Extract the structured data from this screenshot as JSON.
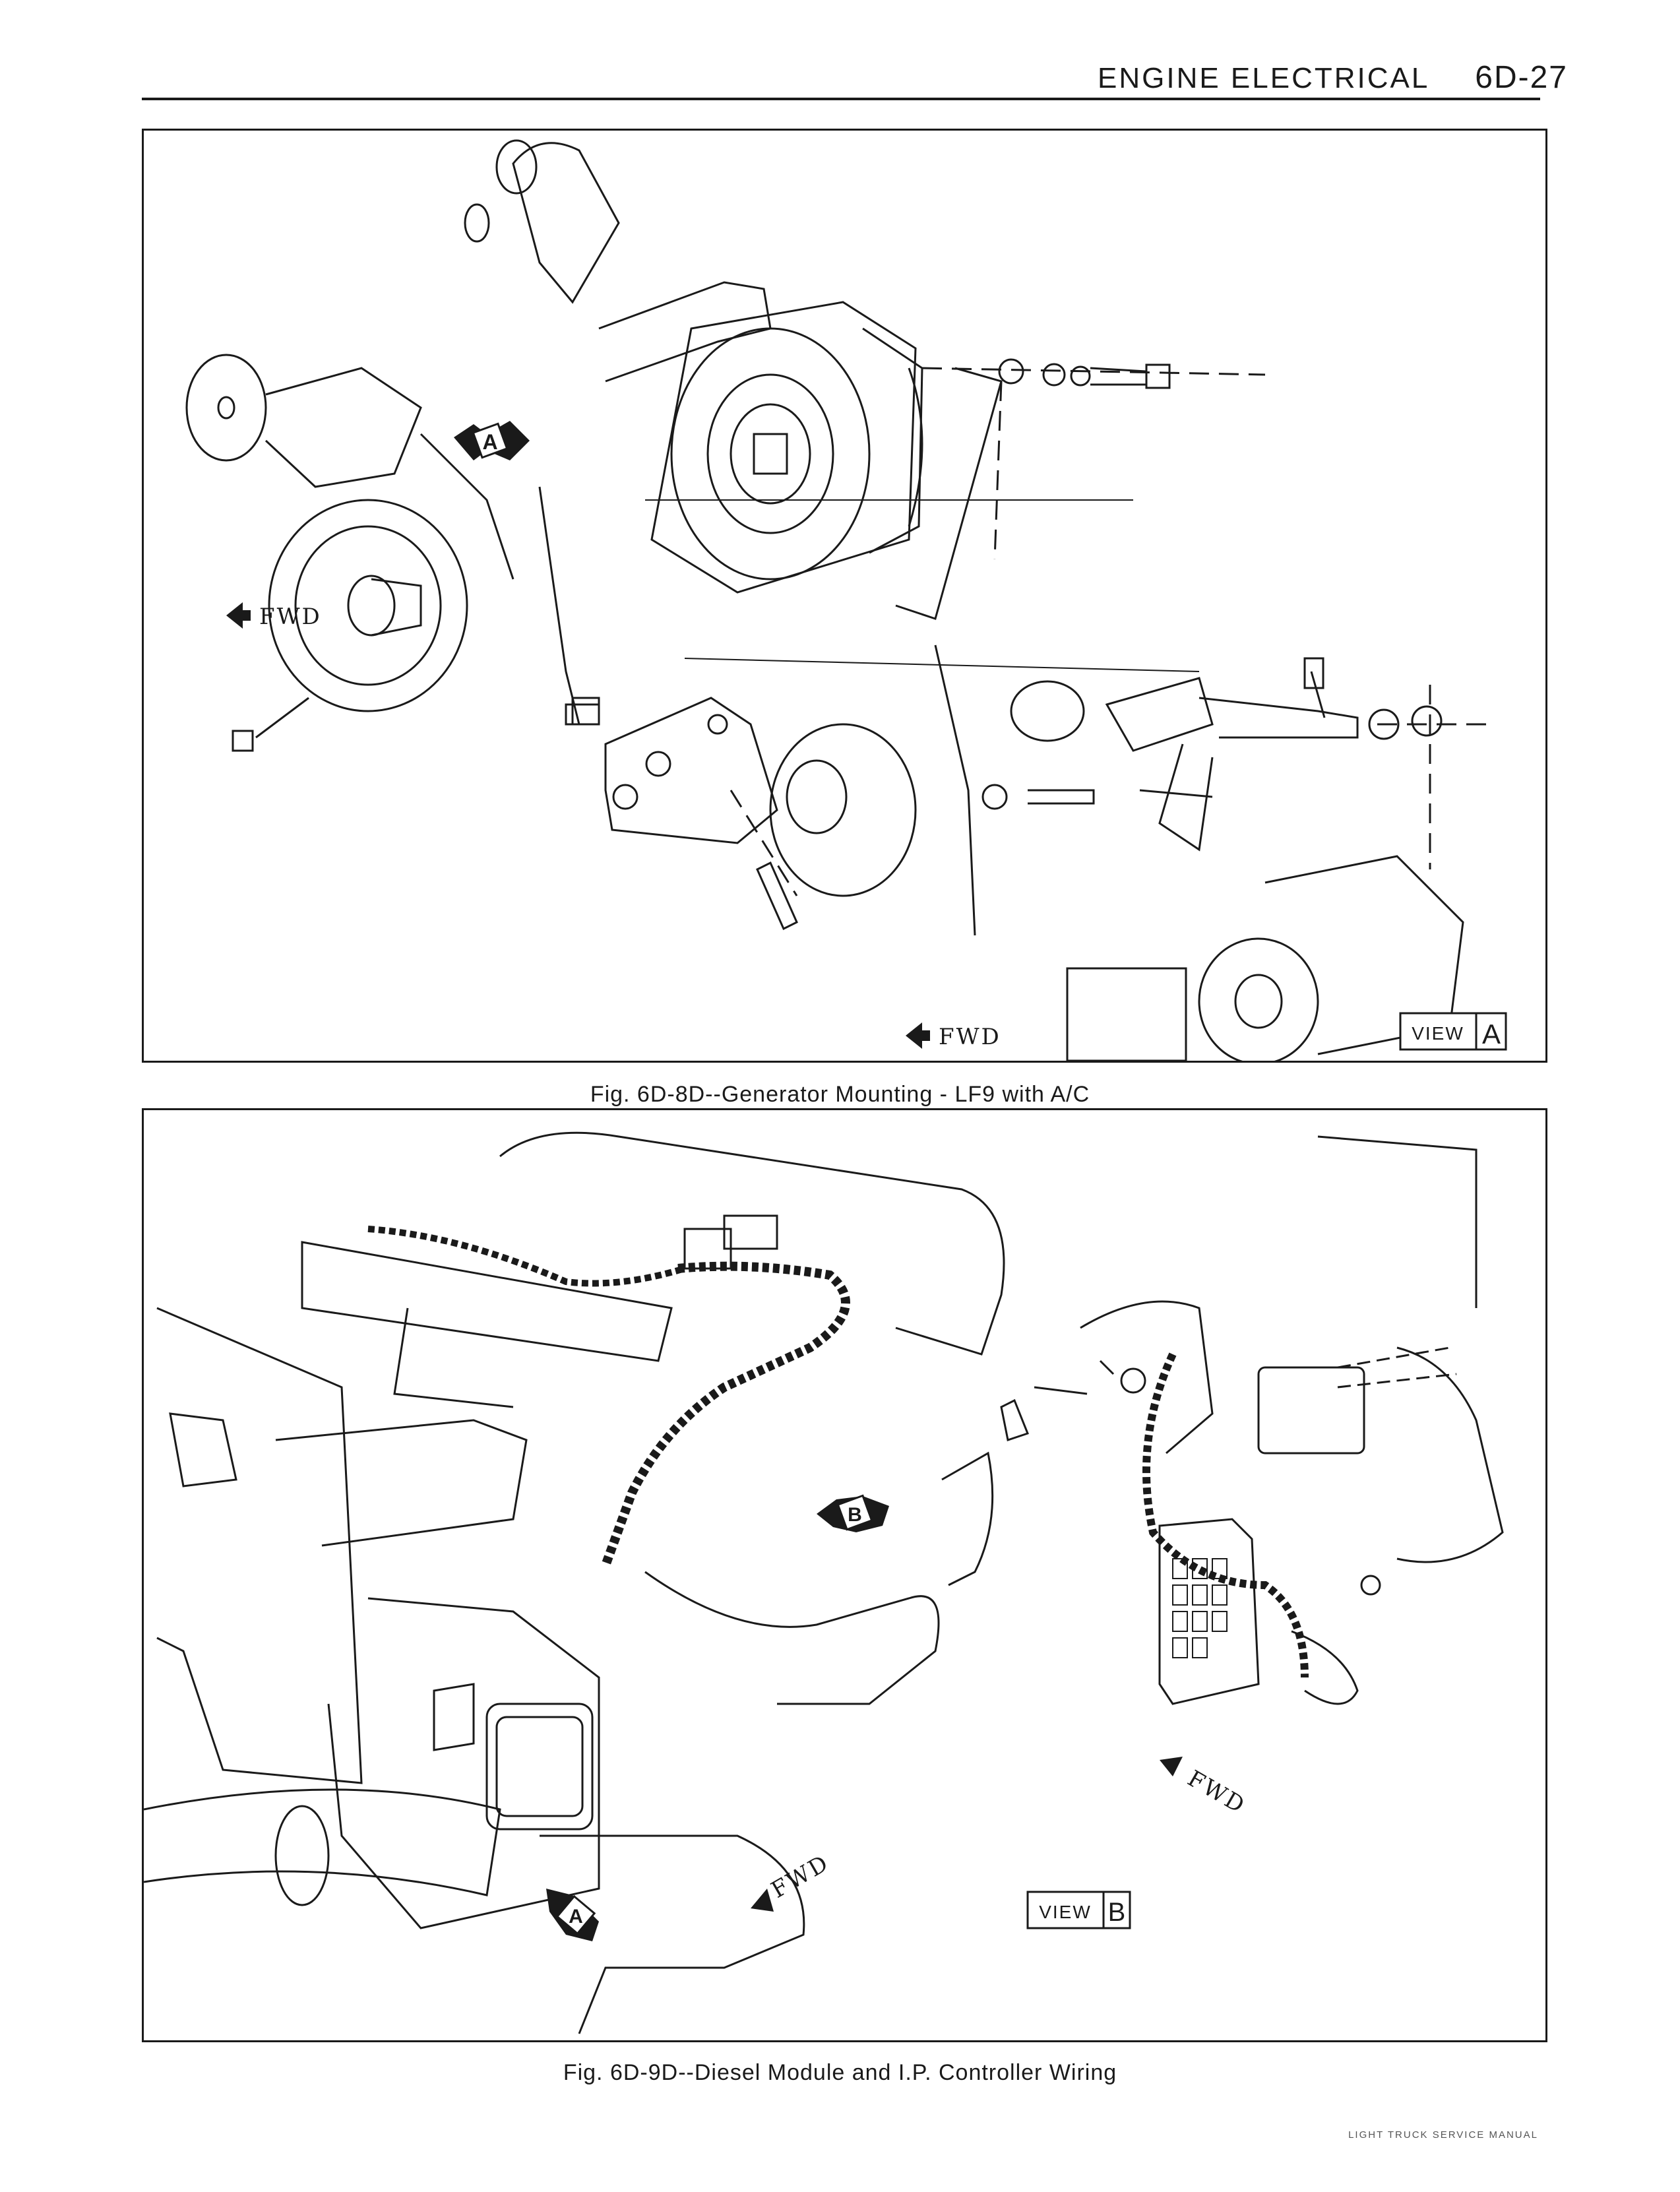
{
  "header": {
    "section_title": "ENGINE ELECTRICAL",
    "page_number": "6D-27"
  },
  "figure1": {
    "caption": "Fig. 6D-8D--Generator Mounting - LF9 with A/C",
    "labels": {
      "fwd_left": "FWD",
      "fwd_bottom": "FWD",
      "callout_a": "A",
      "view_word": "VIEW",
      "view_letter": "A"
    }
  },
  "figure2": {
    "caption": "Fig. 6D-9D--Diesel Module and I.P. Controller Wiring",
    "labels": {
      "fwd_center": "FWD",
      "fwd_right": "FWD",
      "callout_a": "A",
      "callout_b": "B",
      "view_word": "VIEW",
      "view_letter": "B"
    }
  },
  "footer": {
    "manual_name": "LIGHT TRUCK SERVICE MANUAL"
  }
}
